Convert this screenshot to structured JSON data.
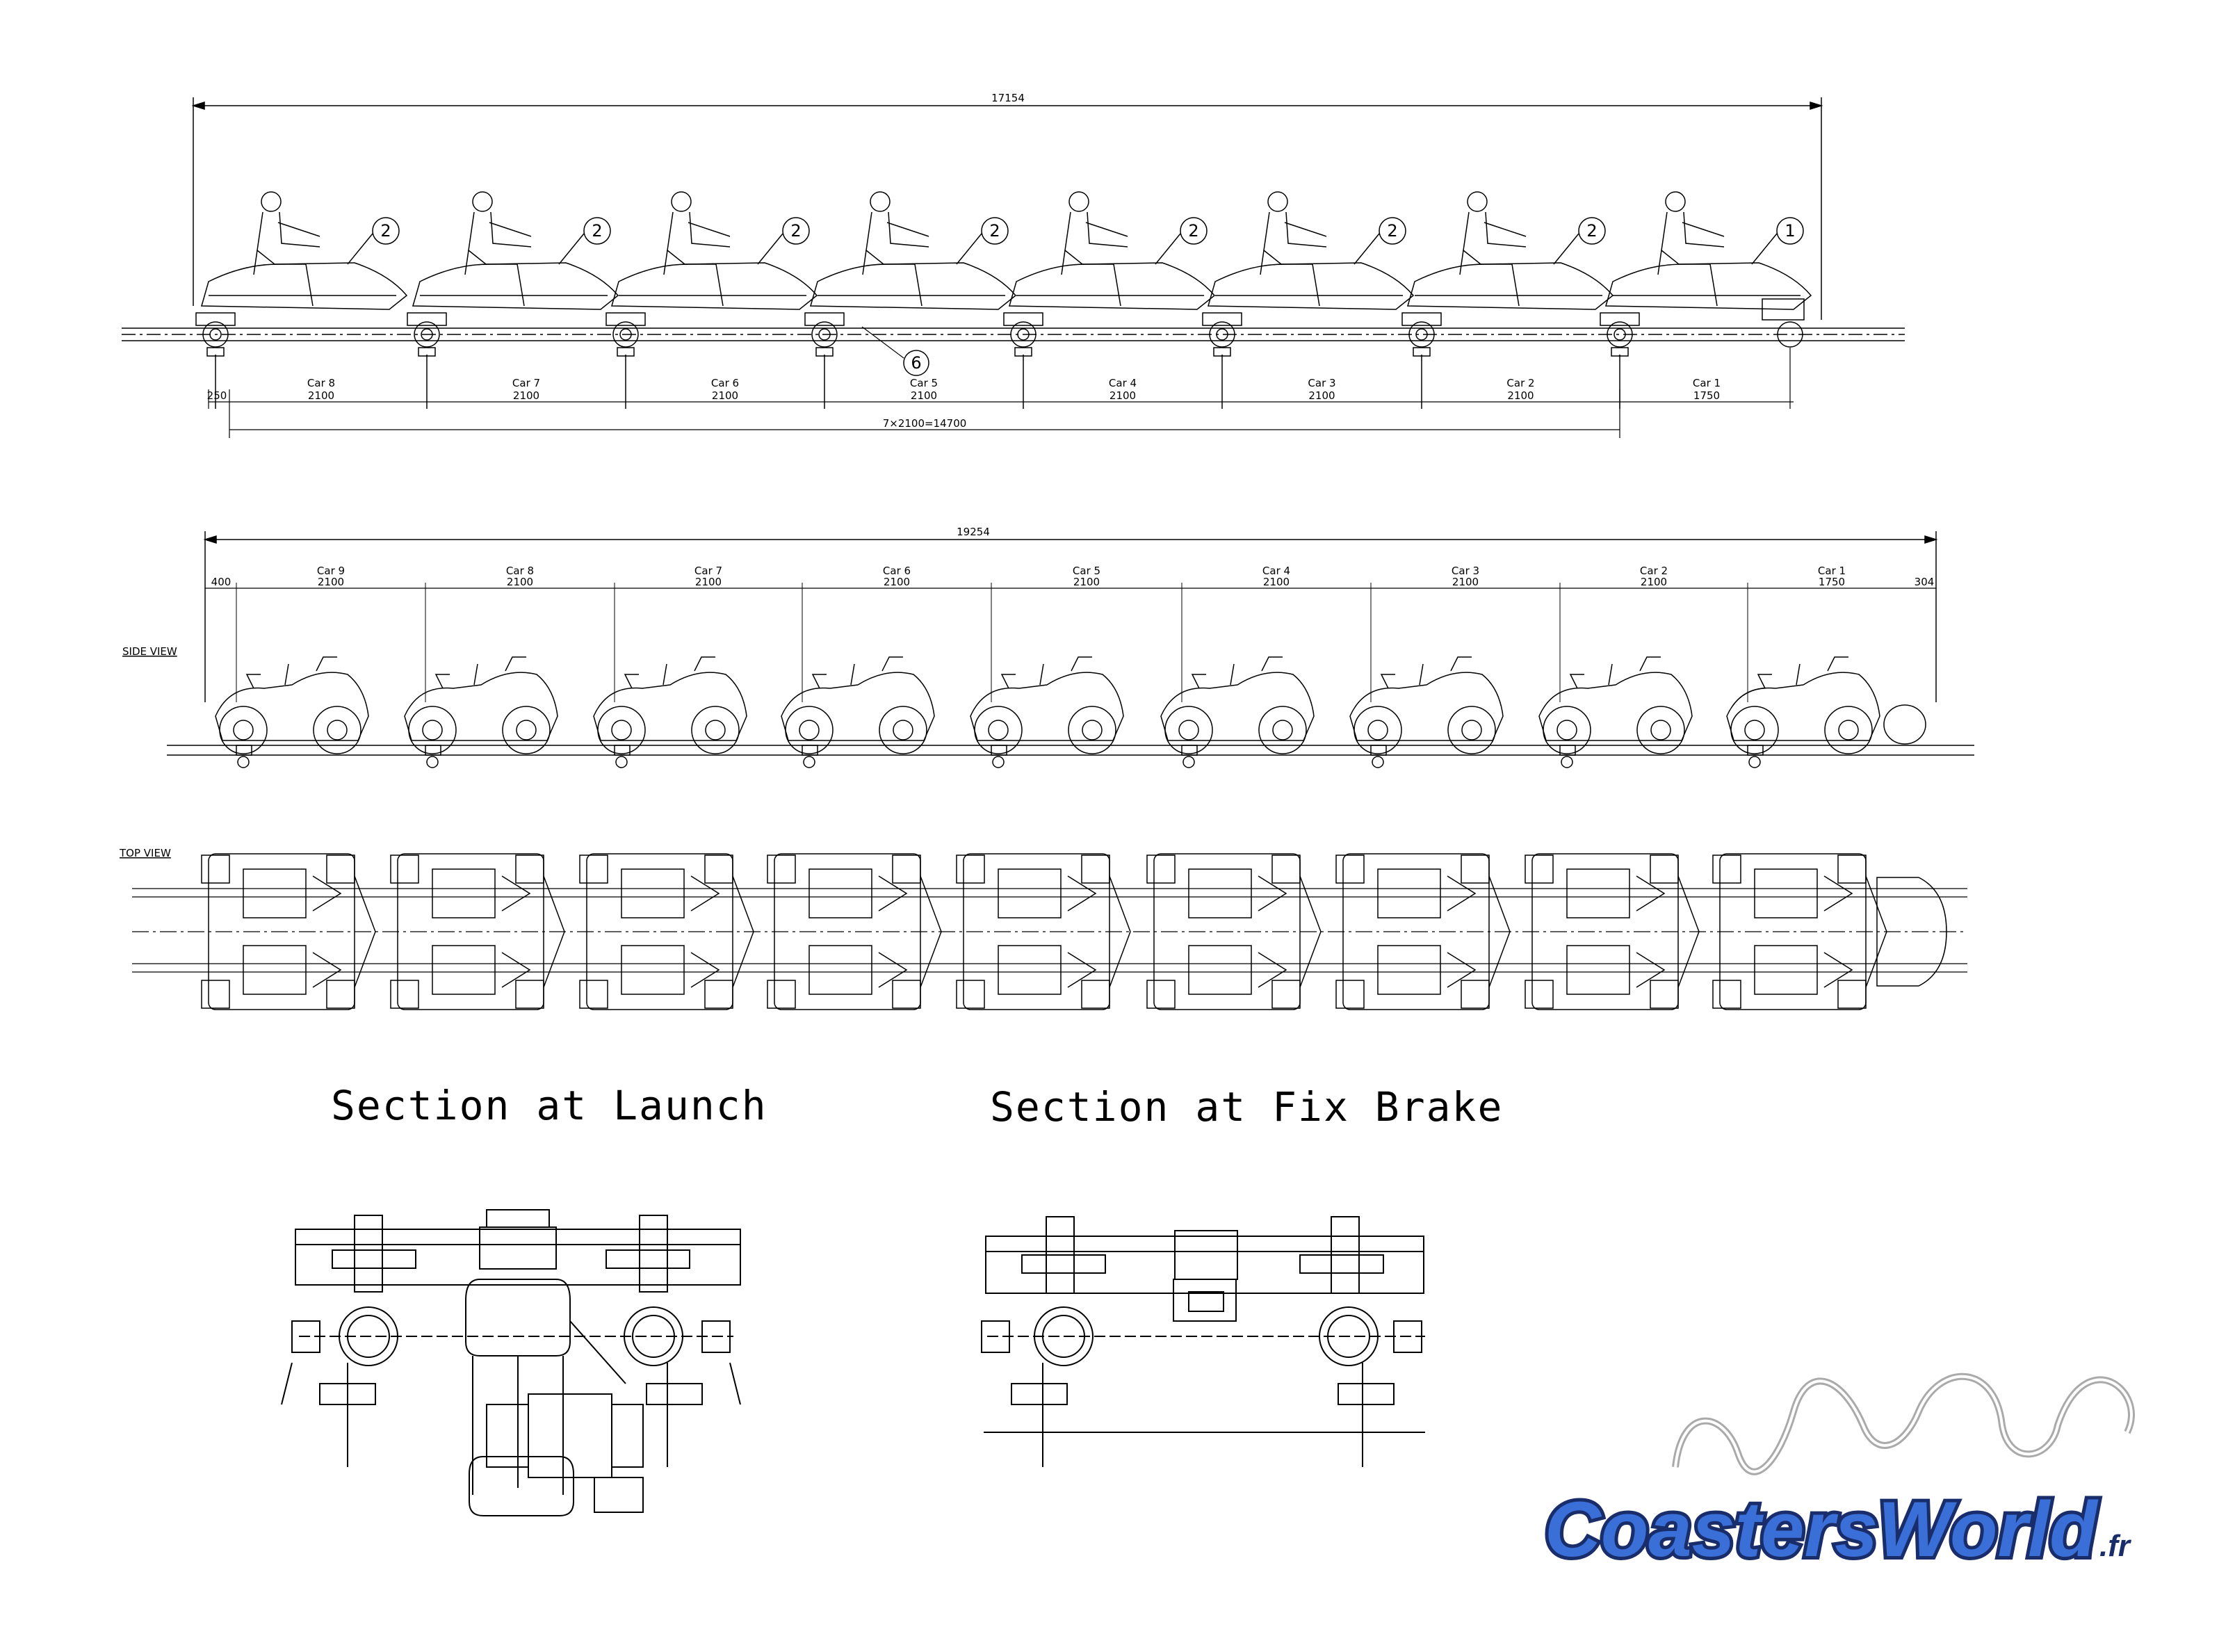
{
  "drawing_1": {
    "overall_length": "17154",
    "pitch_total": "7×2100=14700",
    "lead_offset": "250",
    "cars": [
      {
        "label": "Car 8",
        "length": "2100"
      },
      {
        "label": "Car 7",
        "length": "2100"
      },
      {
        "label": "Car 6",
        "length": "2100"
      },
      {
        "label": "Car 5",
        "length": "2100"
      },
      {
        "label": "Car 4",
        "length": "2100"
      },
      {
        "label": "Car 3",
        "length": "2100"
      },
      {
        "label": "Car 2",
        "length": "2100"
      },
      {
        "label": "Car 1",
        "length": "1750"
      }
    ],
    "callouts": [
      "2",
      "2",
      "2",
      "2",
      "2",
      "2",
      "2",
      "1",
      "6"
    ]
  },
  "drawing_2": {
    "overall_length": "19254",
    "lead_offset": "400",
    "tail_offset": "304",
    "side_view_label": "SIDE VIEW",
    "top_view_label": "TOP VIEW",
    "cars": [
      {
        "label": "Car 9",
        "length": "2100"
      },
      {
        "label": "Car 8",
        "length": "2100"
      },
      {
        "label": "Car 7",
        "length": "2100"
      },
      {
        "label": "Car 6",
        "length": "2100"
      },
      {
        "label": "Car 5",
        "length": "2100"
      },
      {
        "label": "Car 4",
        "length": "2100"
      },
      {
        "label": "Car 3",
        "length": "2100"
      },
      {
        "label": "Car 2",
        "length": "2100"
      },
      {
        "label": "Car 1",
        "length": "1750"
      }
    ]
  },
  "sections": {
    "launch_title": "Section at Launch",
    "brake_title": "Section at Fix Brake"
  },
  "logo": {
    "text_main": "CoastersWorld",
    "text_suffix": ".fr",
    "color_main": "#3a6fd8",
    "color_accent": "#f2a21b"
  }
}
